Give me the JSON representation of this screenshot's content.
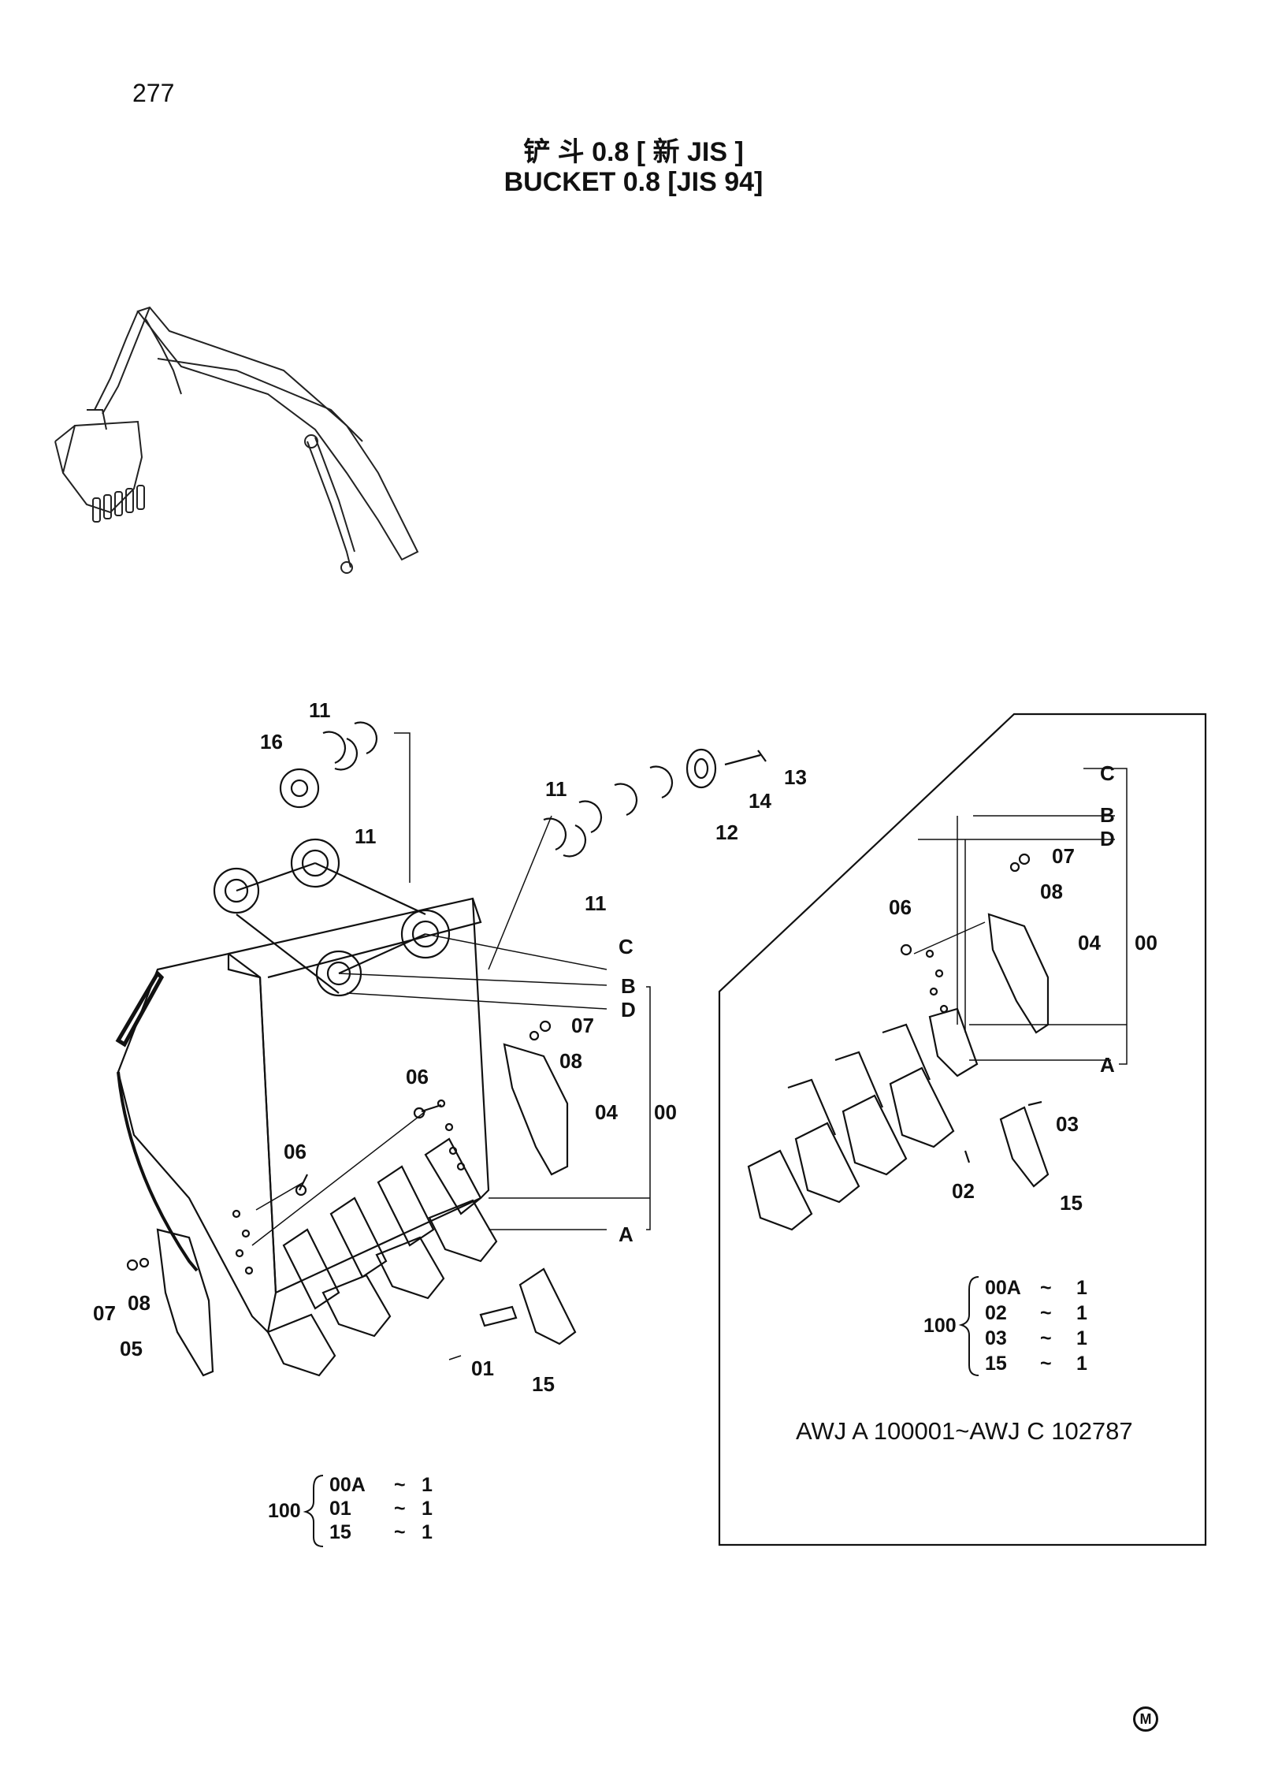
{
  "page_number": "277",
  "title_zh": "铲 斗 0.8 [ 新 JIS ]",
  "title_en": "BUCKET  0.8  [JIS 94]",
  "left_view_callouts": [
    {
      "id": "c16a",
      "text": "16"
    },
    {
      "id": "c11a",
      "text": "11"
    },
    {
      "id": "c11b",
      "text": "11"
    },
    {
      "id": "c11c",
      "text": "11"
    },
    {
      "id": "c11d",
      "text": "11"
    },
    {
      "id": "c12",
      "text": "12"
    },
    {
      "id": "c13",
      "text": "13"
    },
    {
      "id": "c14",
      "text": "14"
    },
    {
      "id": "cC",
      "text": "C"
    },
    {
      "id": "cB",
      "text": "B"
    },
    {
      "id": "cD",
      "text": "D"
    },
    {
      "id": "c07a",
      "text": "07"
    },
    {
      "id": "c08a",
      "text": "08"
    },
    {
      "id": "c06a",
      "text": "06"
    },
    {
      "id": "c04a",
      "text": "04"
    },
    {
      "id": "c00a",
      "text": "00"
    },
    {
      "id": "c06b",
      "text": "06"
    },
    {
      "id": "cA",
      "text": "A"
    },
    {
      "id": "c07b",
      "text": "07"
    },
    {
      "id": "c08b",
      "text": "08"
    },
    {
      "id": "c05",
      "text": "05"
    },
    {
      "id": "c01",
      "text": "01"
    },
    {
      "id": "c15a",
      "text": "15"
    }
  ],
  "right_view_callouts": [
    {
      "id": "rC",
      "text": "C"
    },
    {
      "id": "rB",
      "text": "B"
    },
    {
      "id": "rD",
      "text": "D"
    },
    {
      "id": "r07",
      "text": "07"
    },
    {
      "id": "r08",
      "text": "08"
    },
    {
      "id": "r06",
      "text": "06"
    },
    {
      "id": "r04",
      "text": "04"
    },
    {
      "id": "r00",
      "text": "00"
    },
    {
      "id": "rA",
      "text": "A"
    },
    {
      "id": "r03",
      "text": "03"
    },
    {
      "id": "r02",
      "text": "02"
    },
    {
      "id": "r15",
      "text": "15"
    }
  ],
  "kit_left": {
    "number": "100",
    "rows": [
      {
        "part": "00A",
        "qty": "1"
      },
      {
        "part": "01",
        "qty": "1"
      },
      {
        "part": "15",
        "qty": "1"
      }
    ]
  },
  "kit_right": {
    "number": "100",
    "rows": [
      {
        "part": "00A",
        "qty": "1"
      },
      {
        "part": "02",
        "qty": "1"
      },
      {
        "part": "03",
        "qty": "1"
      },
      {
        "part": "15",
        "qty": "1"
      }
    ]
  },
  "tilde": "~",
  "serial_range": "AWJ A 100001~AWJ C 102787",
  "mark": "M"
}
